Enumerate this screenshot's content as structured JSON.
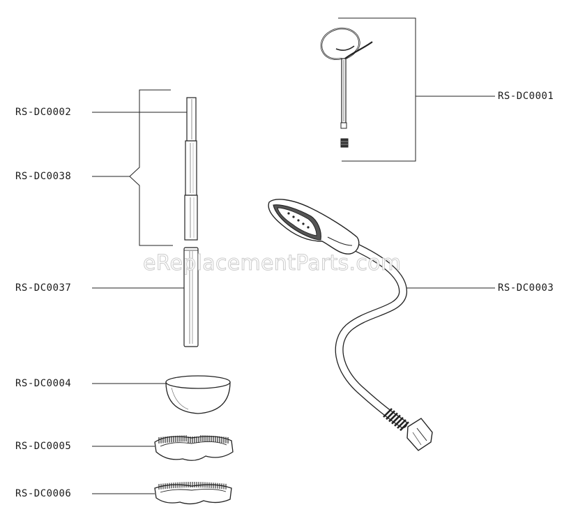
{
  "watermark": "eReplacementParts.com",
  "parts": {
    "dc0001": "RS-DC0001",
    "dc0002": "RS-DC0002",
    "dc0038": "RS-DC0038",
    "dc0037": "RS-DC0037",
    "dc0003": "RS-DC0003",
    "dc0004": "RS-DC0004",
    "dc0005": "RS-DC0005",
    "dc0006": "RS-DC0006"
  }
}
